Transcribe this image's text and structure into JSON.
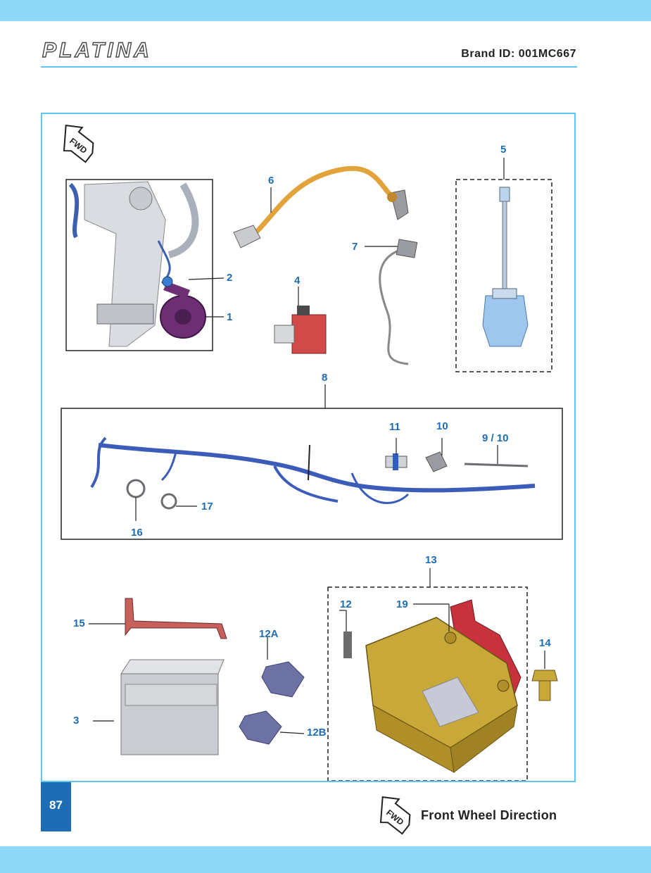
{
  "header": {
    "logo_text": "PLATINA",
    "brand_id": "Brand ID: 001MC667"
  },
  "diagram": {
    "fwd_badge": "FWD",
    "callouts": [
      "1",
      "2",
      "3",
      "4",
      "5",
      "6",
      "7",
      "8",
      "9 / 10",
      "10",
      "11",
      "12",
      "12A",
      "12B",
      "13",
      "14",
      "15",
      "16",
      "17",
      "19"
    ]
  },
  "footer": {
    "page_number": "87",
    "fwd_badge": "FWD",
    "direction_label": "Front Wheel Direction"
  },
  "colors": {
    "accent_blue": "#1d6db5",
    "frame_blue": "#5cc8f0",
    "band_blue": "#8fd8f7"
  }
}
